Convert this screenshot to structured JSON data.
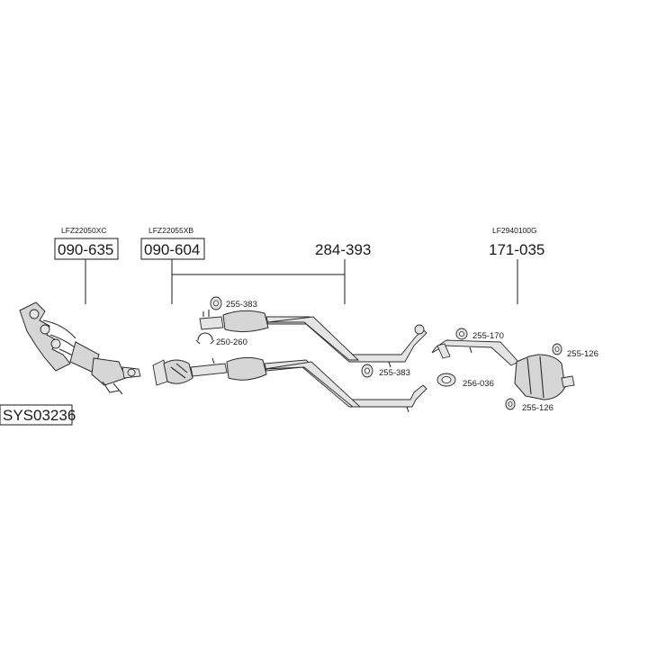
{
  "system_code": "SYS03236",
  "callouts": [
    {
      "id": "manifold",
      "ref": "LFZ22050XC",
      "part": "090-635",
      "boxed": true
    },
    {
      "id": "catalyst",
      "ref": "LFZ22055XB",
      "part": "090-604",
      "boxed": true
    },
    {
      "id": "center-pipe",
      "ref": "",
      "part": "284-393",
      "boxed": false
    },
    {
      "id": "rear-silencer",
      "ref": "LF2940100G",
      "part": "171-035",
      "boxed": false
    }
  ],
  "small_parts": [
    {
      "id": "rubber-mount-1",
      "number": "255-383",
      "icon": "rubber-mount-icon"
    },
    {
      "id": "clamp-1",
      "number": "250-260",
      "icon": "clamp-icon"
    },
    {
      "id": "rubber-mount-2",
      "number": "255-383",
      "icon": "rubber-mount-icon"
    },
    {
      "id": "rubber-mount-3",
      "number": "255-170",
      "icon": "rubber-mount-icon"
    },
    {
      "id": "gasket-1",
      "number": "256-036",
      "icon": "gasket-icon"
    },
    {
      "id": "rubber-mount-4",
      "number": "255-126",
      "icon": "rubber-mount-icon"
    },
    {
      "id": "rubber-mount-5",
      "number": "255-126",
      "icon": "rubber-mount-icon"
    }
  ]
}
